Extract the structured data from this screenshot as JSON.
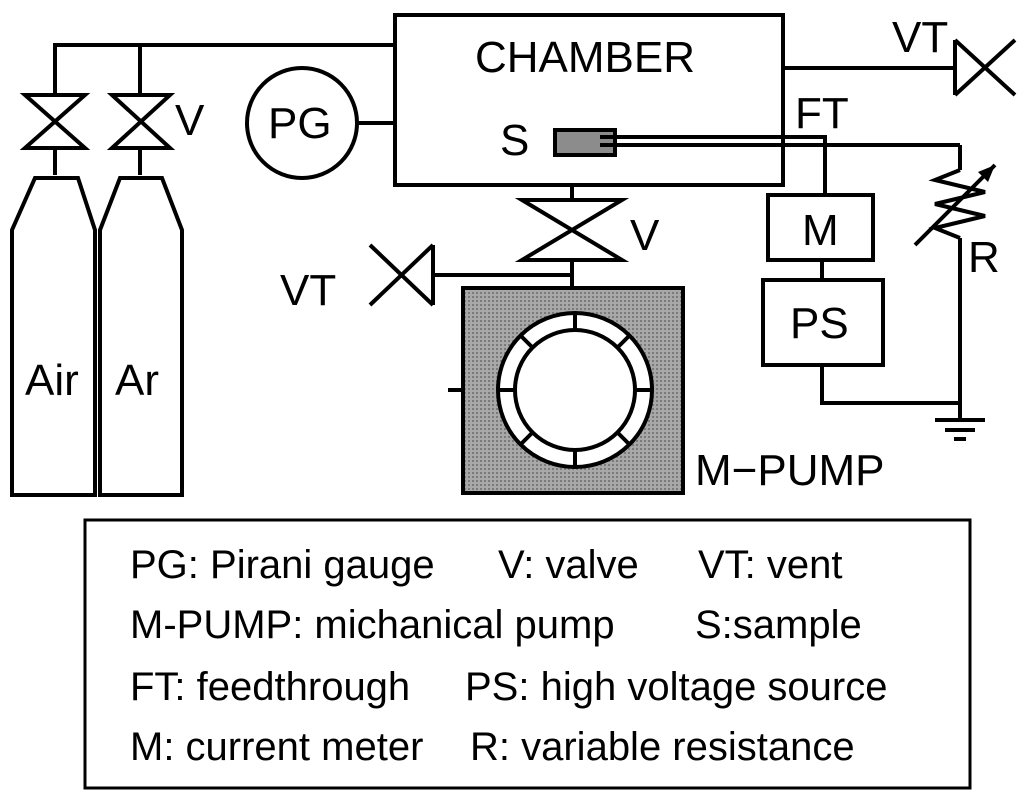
{
  "labels": {
    "chamber": "CHAMBER",
    "pg": "PG",
    "s": "S",
    "ft": "FT",
    "vt_top": "VT",
    "vt_left": "VT",
    "v_top": "V",
    "v_mid": "V",
    "m": "M",
    "ps": "PS",
    "r": "R",
    "air": "Air",
    "ar": "Ar",
    "mpump": "M−PUMP"
  },
  "legend": {
    "row1": [
      "PG: Pirani gauge",
      "V: valve",
      "VT: vent"
    ],
    "row2": [
      "M-PUMP: michanical pump",
      "S:sample"
    ],
    "row3": [
      "FT: feedthrough",
      "PS: high voltage source"
    ],
    "row4": [
      "M: current meter",
      "R: variable resistance"
    ]
  },
  "colors": {
    "line": "#000000",
    "pump_fill": "#9a9a9a",
    "sample_fill": "#8c8c8c"
  }
}
